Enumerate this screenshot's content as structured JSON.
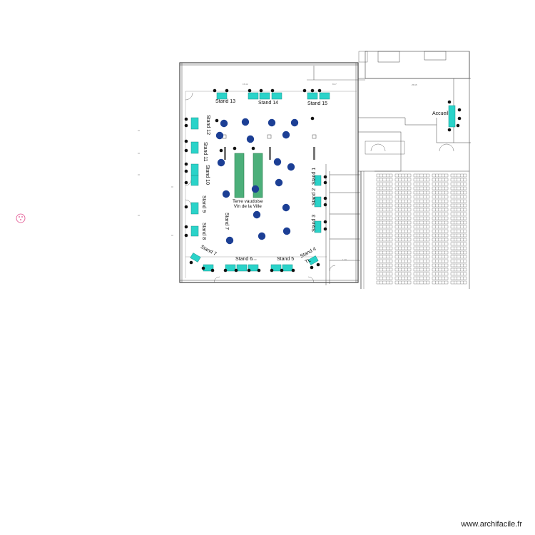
{
  "stands": [
    {
      "id": "13",
      "label": "Stand 13"
    },
    {
      "id": "14",
      "label": "Stand 14"
    },
    {
      "id": "15",
      "label": "Stand 15"
    },
    {
      "id": "12",
      "label": "Stand 12"
    },
    {
      "id": "11",
      "label": "Stand 11"
    },
    {
      "id": "10",
      "label": "Stand 10"
    },
    {
      "id": "9",
      "label": "Stand 9"
    },
    {
      "id": "8",
      "label": "Stand 8"
    },
    {
      "id": "7",
      "label": "Stand 7"
    },
    {
      "id": "6",
      "label": "Stand 6"
    },
    {
      "id": "5",
      "label": "Stand 5"
    },
    {
      "id": "4",
      "label": "Stand 4"
    },
    {
      "id": "3",
      "label": "Stand 3"
    },
    {
      "id": "2",
      "label": "Stand 2"
    },
    {
      "id": "1",
      "label": "Stand 1"
    },
    {
      "id": "c7",
      "label": "Stand 7"
    }
  ],
  "center": {
    "line1": "Terre vaudoise",
    "line2": "Vin de la Ville"
  },
  "tl_label": "TL",
  "accueil": "Accueil",
  "watermark": "www.archifacile.fr",
  "colors": {
    "stand": "#2ad3c9",
    "table": "#4caf7a",
    "round_table": "#1c3f95",
    "chair": "#111111",
    "wall": "#444444"
  },
  "dimensions": [
    "15.42",
    "8.27",
    "20.00",
    "22.00",
    "1.20",
    "25.95"
  ]
}
